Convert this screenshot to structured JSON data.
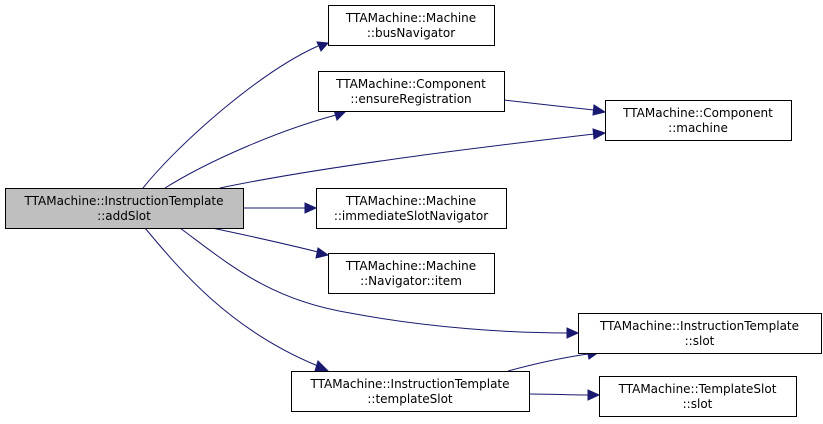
{
  "colors": {
    "edge": "#191970",
    "root_fill": "#bfbfbf",
    "node_fill": "#ffffff",
    "border": "#000000"
  },
  "nodes": [
    {
      "id": "addSlot",
      "root": true,
      "line1": "TTAMachine::InstructionTemplate",
      "line2": "::addSlot"
    },
    {
      "id": "busNavigator",
      "root": false,
      "line1": "TTAMachine::Machine",
      "line2": "::busNavigator"
    },
    {
      "id": "ensureRegistration",
      "root": false,
      "line1": "TTAMachine::Component",
      "line2": "::ensureRegistration"
    },
    {
      "id": "componentMachine",
      "root": false,
      "line1": "TTAMachine::Component",
      "line2": "::machine"
    },
    {
      "id": "immediateSlotNavigator",
      "root": false,
      "line1": "TTAMachine::Machine",
      "line2": "::immediateSlotNavigator"
    },
    {
      "id": "navigatorItem",
      "root": false,
      "line1": "TTAMachine::Machine",
      "line2": "::Navigator::item"
    },
    {
      "id": "itSlot",
      "root": false,
      "line1": "TTAMachine::InstructionTemplate",
      "line2": "::slot"
    },
    {
      "id": "templateSlot",
      "root": false,
      "line1": "TTAMachine::InstructionTemplate",
      "line2": "::templateSlot"
    },
    {
      "id": "tsSlot",
      "root": false,
      "line1": "TTAMachine::TemplateSlot",
      "line2": "::slot"
    }
  ],
  "edges": [
    {
      "from": "addSlot",
      "to": "busNavigator"
    },
    {
      "from": "addSlot",
      "to": "ensureRegistration"
    },
    {
      "from": "addSlot",
      "to": "componentMachine"
    },
    {
      "from": "addSlot",
      "to": "immediateSlotNavigator"
    },
    {
      "from": "addSlot",
      "to": "navigatorItem"
    },
    {
      "from": "addSlot",
      "to": "itSlot"
    },
    {
      "from": "addSlot",
      "to": "templateSlot"
    },
    {
      "from": "ensureRegistration",
      "to": "componentMachine"
    },
    {
      "from": "templateSlot",
      "to": "itSlot"
    },
    {
      "from": "templateSlot",
      "to": "tsSlot"
    }
  ]
}
